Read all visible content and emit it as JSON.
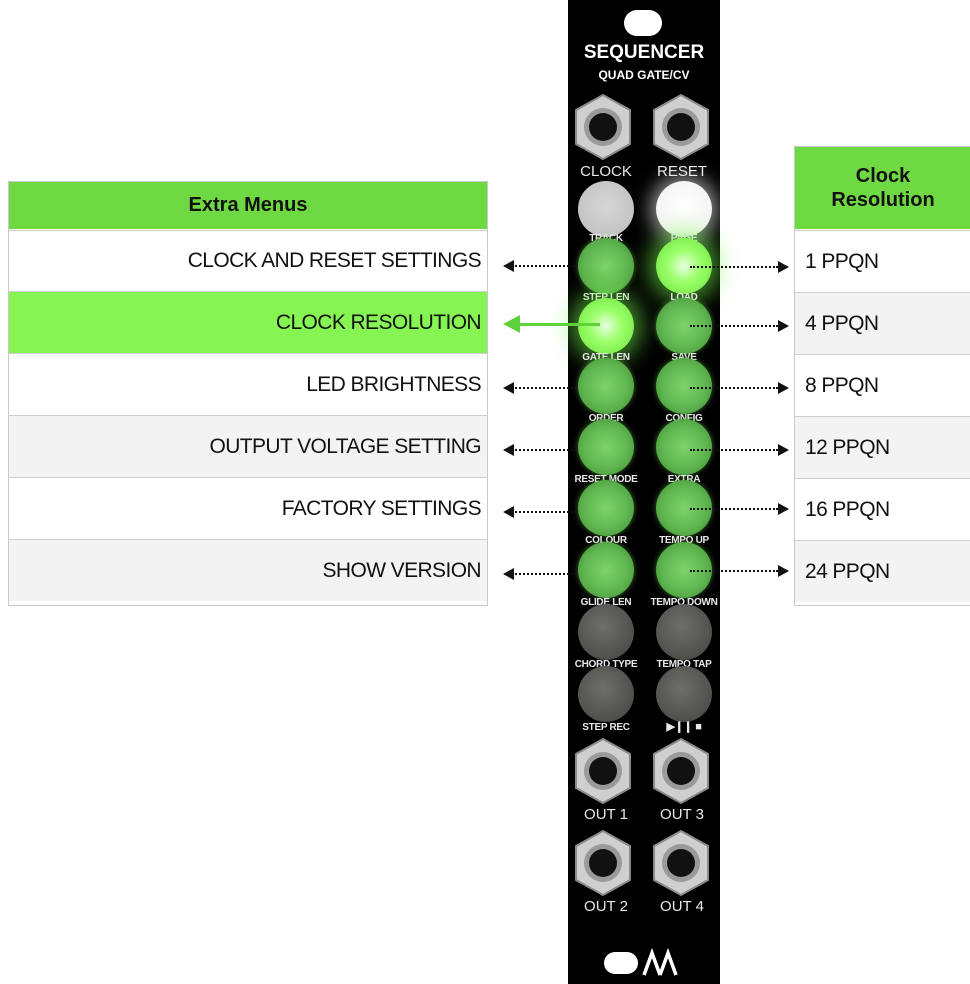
{
  "extra_menus": {
    "header": "Extra Menus",
    "items": [
      "CLOCK AND RESET SETTINGS",
      "CLOCK RESOLUTION",
      "LED BRIGHTNESS",
      "OUTPUT VOLTAGE SETTING",
      "FACTORY SETTINGS",
      "SHOW VERSION"
    ],
    "selected_index": 1,
    "accent": "#6fd943",
    "highlight": "#86f553"
  },
  "clock_resolution": {
    "header": "Clock Resolution",
    "items": [
      "1 PPQN",
      "4 PPQN",
      "8 PPQN",
      "12 PPQN",
      "16 PPQN",
      "24 PPQN"
    ]
  },
  "panel": {
    "title": "SEQUENCER",
    "subtitle": "QUAD GATE/CV",
    "jacks_top": [
      "CLOCK",
      "RESET"
    ],
    "button_labels": [
      [
        "TRACK",
        "PAGE"
      ],
      [
        "STEP LEN",
        "LOAD"
      ],
      [
        "GATE LEN",
        "SAVE"
      ],
      [
        "ORDER",
        "CONFIG"
      ],
      [
        "RESET MODE",
        "EXTRA"
      ],
      [
        "COLOUR",
        "TEMPO UP"
      ],
      [
        "GLIDE LEN",
        "TEMPO DOWN"
      ],
      [
        "CHORD TYPE",
        "TEMPO TAP"
      ],
      [
        "STEP REC",
        "▶❙❙ ■"
      ]
    ],
    "jacks_bottom": [
      [
        "OUT 1",
        "OUT 3"
      ],
      [
        "OUT 2",
        "OUT 4"
      ]
    ],
    "logo_icon": "brand-logo"
  }
}
